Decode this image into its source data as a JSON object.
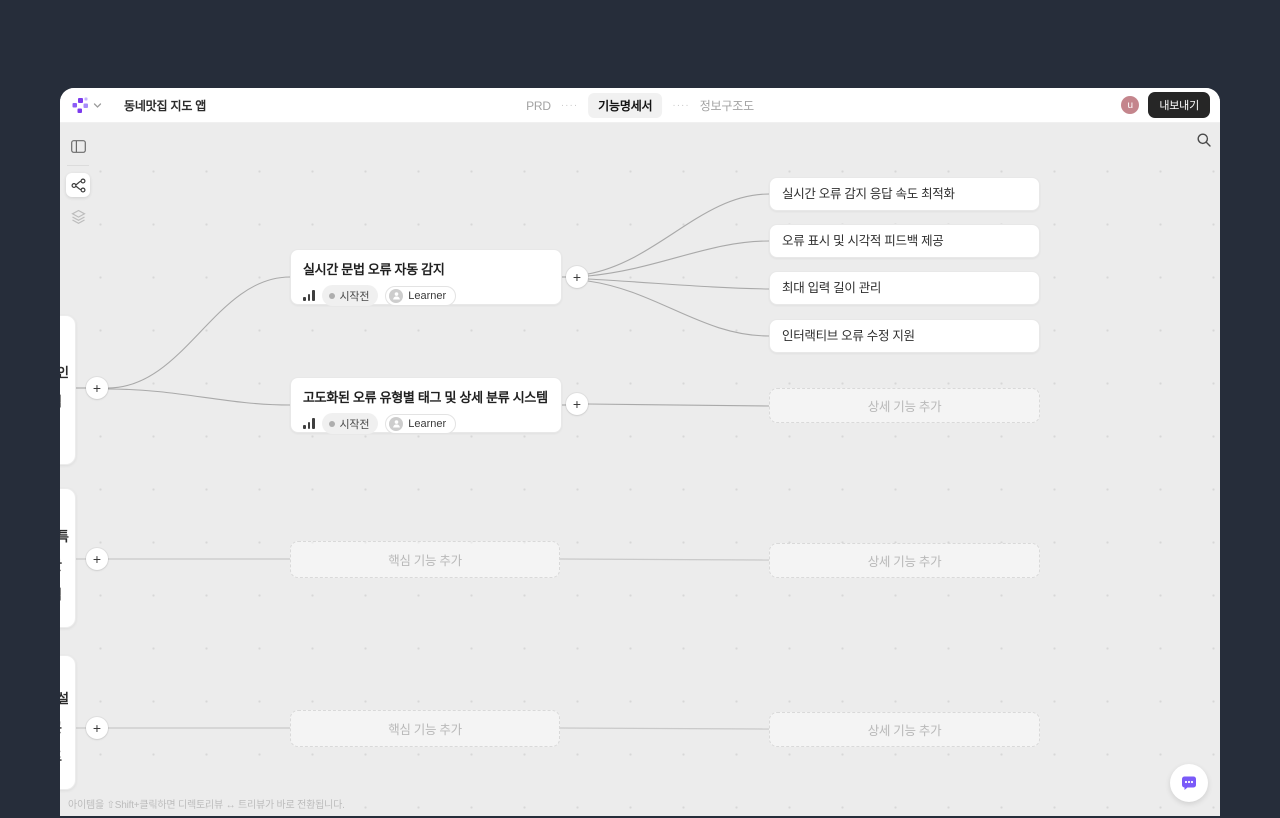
{
  "header": {
    "doc_title": "동네맛집 지도 앱",
    "tabs": [
      {
        "label": "PRD",
        "active": false
      },
      {
        "label": "기능명세서",
        "active": true
      },
      {
        "label": "정보구조도",
        "active": false
      }
    ],
    "tab_separator": "····",
    "avatar_letter": "u",
    "export_label": "내보내기"
  },
  "toolbar": {
    "icons": [
      "panel-toggle",
      "tree-view",
      "layers"
    ]
  },
  "canvas": {
    "plus_label": "+",
    "hint": "아이템을 ⇧Shift+클릭하면 디렉토리뷰 ↔ 트리뷰가 바로 전환됩니다."
  },
  "nodes": {
    "features": [
      {
        "title": "실시간 문법 오류 자동 감지",
        "status": "시작전",
        "persona": "Learner"
      },
      {
        "title": "고도화된 오류 유형별 태그 및 상세 분류 시스템",
        "status": "시작전",
        "persona": "Learner"
      }
    ],
    "details": [
      "실시간 오류 감지 응답 속도 최적화",
      "오류 표시 및 시각적 피드백 제공",
      "최대 입력 길이 관리",
      "인터랙티브 오류 수정 지원"
    ],
    "placeholders": {
      "detail": "상세 기능 추가",
      "core": "핵심 기능 추가"
    },
    "clipped": [
      [
        "인",
        "력"
      ],
      [
        "특",
        "산",
        "력"
      ],
      [
        "설",
        "콘",
        "트"
      ]
    ]
  },
  "colors": {
    "backdrop": "#262d3a",
    "canvas_bg": "#ececec",
    "accent_purple": "#7c3aed",
    "chat_purple": "#7a5af8",
    "avatar_rose": "#c4858c",
    "export_dark": "#262626",
    "edge_gray": "#a9a9a9"
  }
}
